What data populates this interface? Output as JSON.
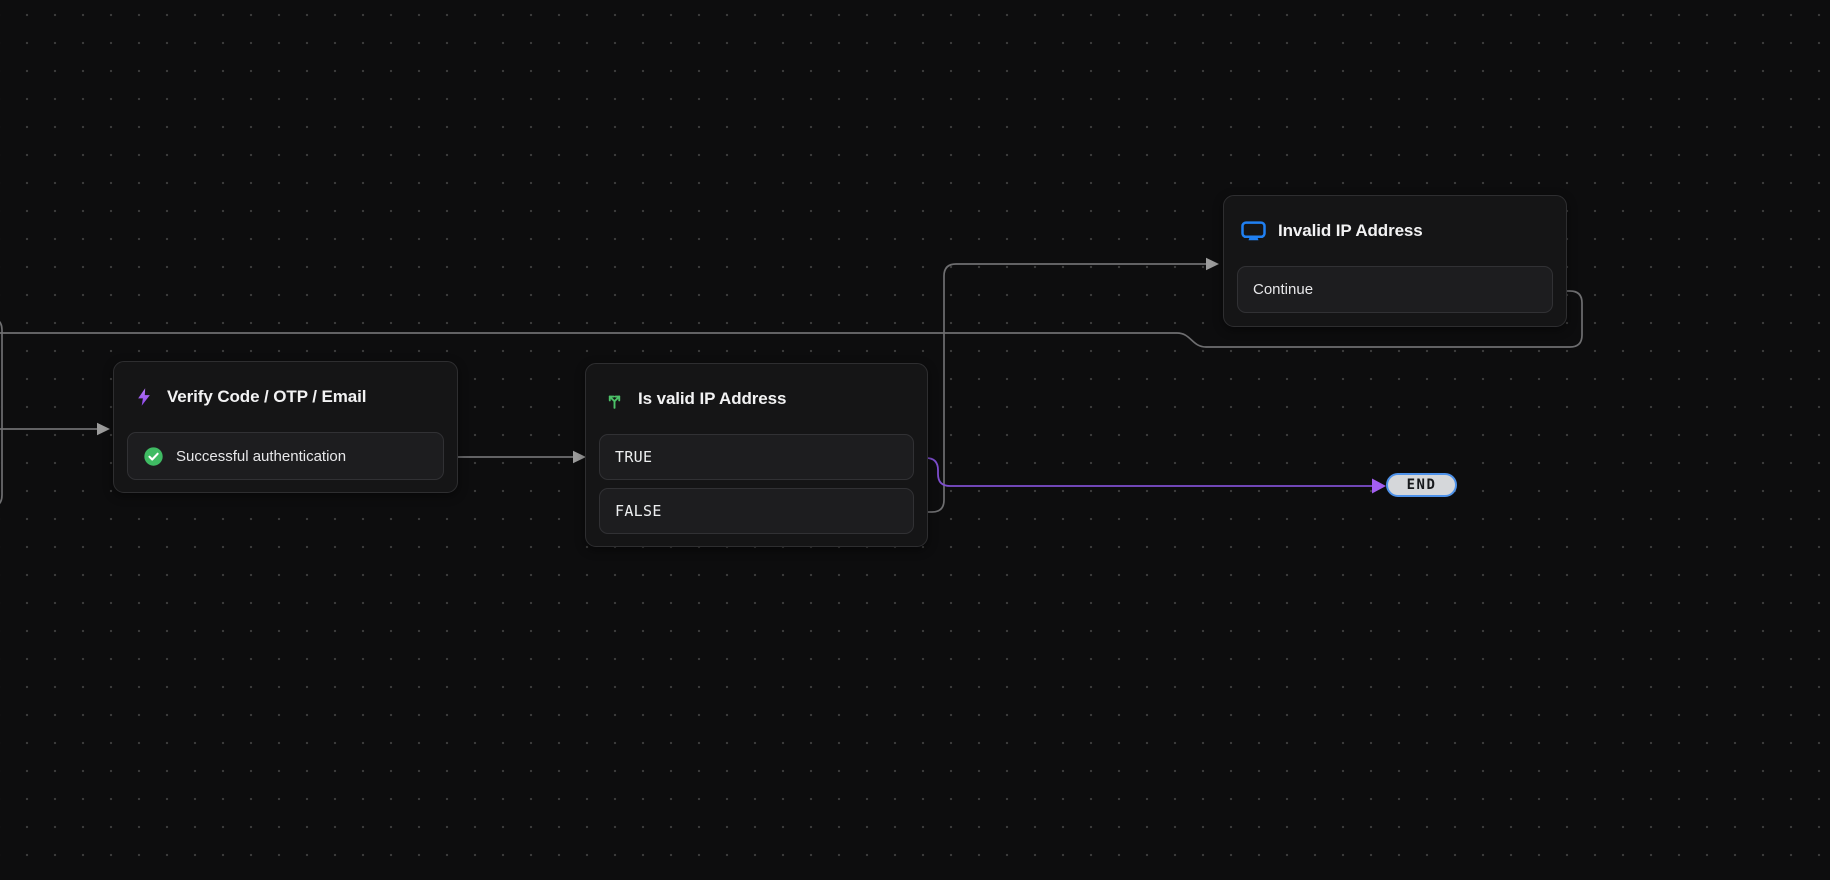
{
  "canvas": {
    "type": "workflow-flow-editor"
  },
  "nodes": [
    {
      "id": "verify-code",
      "title": "Verify Code / OTP / Email",
      "icon": "lightning-icon",
      "rows": [
        {
          "label": "Successful authentication",
          "icon": "check-circle-icon"
        }
      ]
    },
    {
      "id": "is-valid-ip",
      "title": "Is valid IP Address",
      "icon": "branch-icon",
      "rows": [
        {
          "label": "TRUE"
        },
        {
          "label": "FALSE"
        }
      ]
    },
    {
      "id": "invalid-ip",
      "title": "Invalid IP Address",
      "icon": "monitor-icon",
      "rows": [
        {
          "label": "Continue"
        }
      ]
    }
  ],
  "end_marker": {
    "label": "END"
  },
  "edges": [
    {
      "from": "offscreen-left-node",
      "to": "verify-code",
      "color": "gray"
    },
    {
      "from": "verify-code.successful-authentication",
      "to": "is-valid-ip",
      "color": "gray"
    },
    {
      "from": "is-valid-ip.true",
      "to": "end-marker",
      "color": "purple"
    },
    {
      "from": "is-valid-ip.false",
      "to": "invalid-ip",
      "color": "gray"
    },
    {
      "from": "invalid-ip.continue",
      "to": "offscreen-left",
      "color": "gray"
    }
  ],
  "colors": {
    "background": "#0d0d0e",
    "grid_dot": "#3a3a3a",
    "node_bg": "#151516",
    "node_border": "#2e2e30",
    "row_bg": "#1d1d1f",
    "edge_gray": "#6e6e70",
    "edge_purple": "#7e4ece",
    "port_dot": "#adadad",
    "icon_green": "#3fbb63",
    "icon_purple": "#a661f2",
    "icon_blue": "#2080f2",
    "end_fill": "#d5d7da",
    "end_border": "#4e92ea",
    "end_text": "#17191c"
  }
}
